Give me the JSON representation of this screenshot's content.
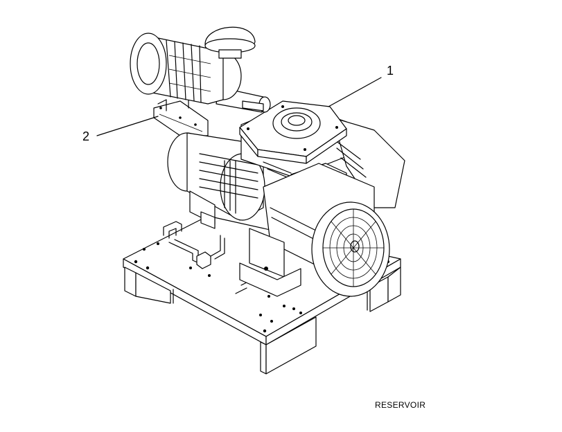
{
  "callouts": [
    {
      "label": "1"
    },
    {
      "label": "2"
    }
  ],
  "caption": "RESERVOIR"
}
